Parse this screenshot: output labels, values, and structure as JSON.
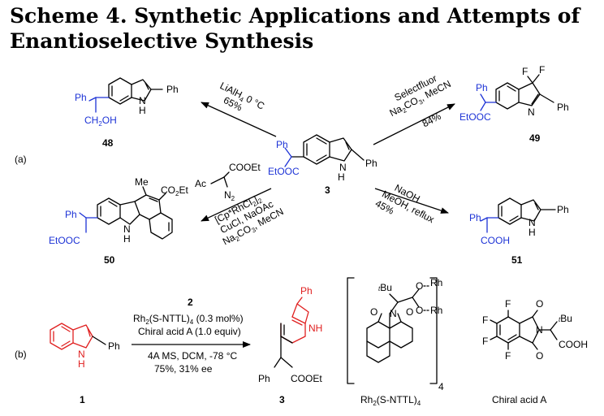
{
  "title": "Scheme 4. Synthetic Applications and Attempts of Enantioselective Synthesis",
  "labels": {
    "part_a": "(a)",
    "part_b": "(b)"
  },
  "compounds": {
    "c3": "3",
    "c48": "48",
    "c49": "49",
    "c50": "50",
    "c51": "51",
    "c1": "1",
    "c2": "2",
    "c3b": "3"
  },
  "groups": {
    "ph": "Ph",
    "nh": "NH",
    "n": "N",
    "h": "H",
    "f": "F",
    "etooc": "EtOOC",
    "cooh": "COOH",
    "cooet": "COOEt",
    "co2et": "CO",
    "me": "Me",
    "ac": "Ac",
    "ch2oh": "CH",
    "tbu": "Bu",
    "rh": "Rh",
    "o": "O",
    "n2": "N"
  },
  "conditions": {
    "to48": {
      "l1": "LiAlH",
      "l1b": "0 °C",
      "l2": "65%"
    },
    "to49": {
      "l1": "Selectfluor",
      "l2": "Na",
      "l2b": "CO",
      "l2c": ", MeCN",
      "l3": "84%"
    },
    "to51": {
      "l1": "NaOH",
      "l2": "MeOH, reflux",
      "l3": "45%"
    },
    "to50": {
      "l1": "[Cp*RhCl",
      "l2": "CuCl, NaOAc",
      "l3": "Na",
      "l3b": "CO",
      "l3c": ", MeCN"
    },
    "partb": {
      "l1": "2",
      "l2": "Rh",
      "l2b": "(S-NTTL)",
      "l2c": " (0.3 mol%)",
      "l3": "Chiral acid A (1.0 equiv)",
      "l4": "4A MS, DCM, -78 °C",
      "l5": "75%, 31% ee"
    }
  },
  "captions": {
    "rh_name": "Rh",
    "rh_name2": "(S-NTTL)",
    "acid": "Chiral acid A",
    "bracket_sub": "4"
  },
  "colors": {
    "blue": "#1d33d6",
    "red": "#e02020",
    "black": "#000000"
  }
}
